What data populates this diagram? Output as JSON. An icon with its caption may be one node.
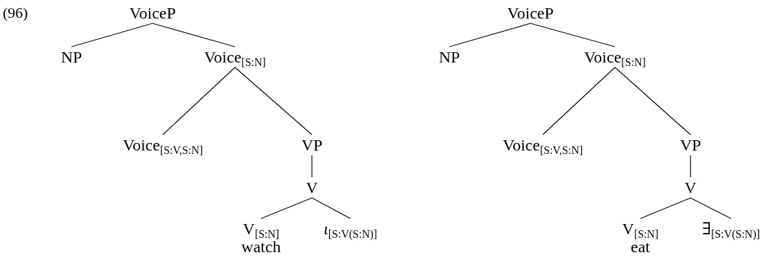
{
  "diagram": {
    "nodes": [
      {
        "text": [
          "VoiceP"
        ]
      },
      {
        "text": [
          "NP"
        ]
      },
      {
        "text": [
          "Voice$_{[S:N]}$"
        ]
      },
      {
        "text": [
          "Voice$_{[S:V,S:N]}$"
        ]
      },
      {
        "text": [
          "VP"
        ]
      },
      {
        "text": [
          "V"
        ]
      },
      {
        "text": [
          "V$_{[S:N]}$",
          "watch"
        ]
      },
      {
        "text": [
          "*ι*$_{[S:V(S:N)]}$"
        ]
      },
      {
        "text": [
          "VoiceP"
        ]
      },
      {
        "text": [
          "NP"
        ]
      },
      {
        "text": [
          "Voice$_{[S:N]}$"
        ]
      },
      {
        "text": [
          "Voice$_{[S:V,S:N]}$"
        ]
      },
      {
        "text": [
          "VP"
        ]
      },
      {
        "text": [
          "V"
        ]
      },
      {
        "text": [
          "V$_{[S:N]}$",
          "eat"
        ]
      },
      {
        "text": [
          "∃$_{[S:V(S:N)]}$"
        ]
      }
    ],
    "edges": [
      {
        "from": 0,
        "to": 1,
        "arrow": "none"
      },
      {
        "from": 0,
        "to": 2,
        "arrow": "none"
      },
      {
        "from": 2,
        "to": 3,
        "arrow": "none"
      },
      {
        "from": 2,
        "to": 4,
        "arrow": "none"
      },
      {
        "from": 4,
        "to": 5,
        "arrow": "none"
      },
      {
        "from": 5,
        "to": 6,
        "arrow": "none"
      },
      {
        "from": 5,
        "to": 7,
        "arrow": "none"
      },
      {
        "from": 8,
        "to": 9,
        "arrow": "none"
      },
      {
        "from": 8,
        "to": 10,
        "arrow": "none"
      },
      {
        "from": 10,
        "to": 11,
        "arrow": "none"
      },
      {
        "from": 10,
        "to": 12,
        "arrow": "none"
      },
      {
        "from": 12,
        "to": 13,
        "arrow": "none"
      },
      {
        "from": 13,
        "to": 14,
        "arrow": "none"
      },
      {
        "from": 13,
        "to": 15,
        "arrow": "none"
      }
    ],
    "labels": [
      "(96)"
    ]
  }
}
